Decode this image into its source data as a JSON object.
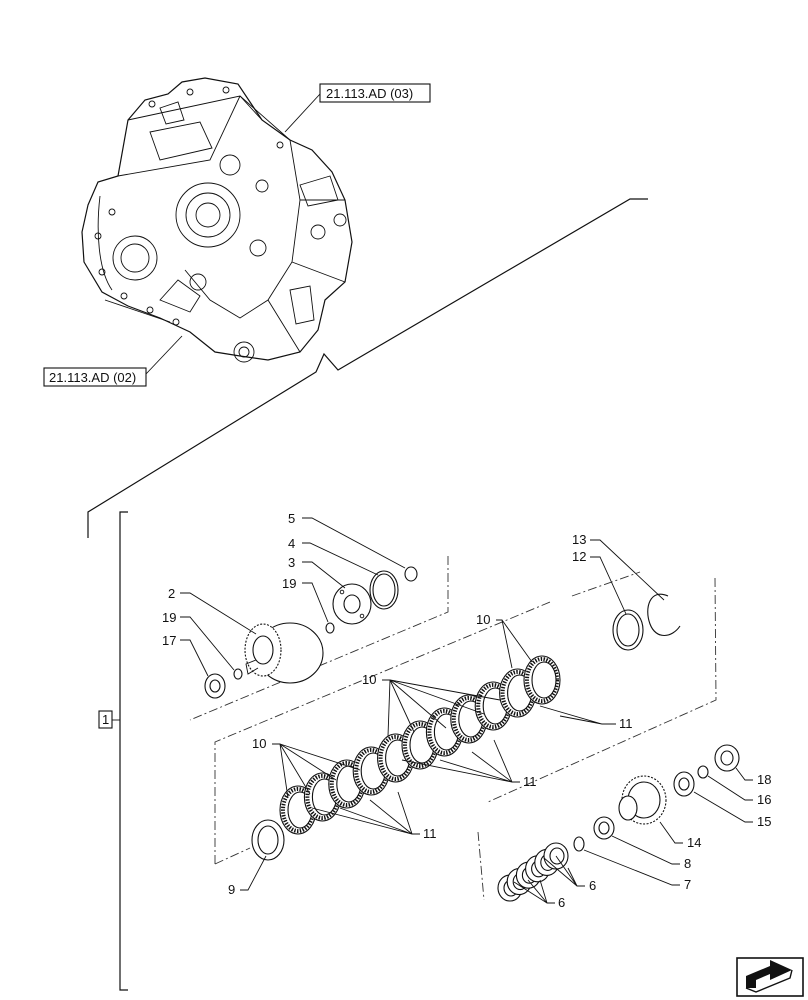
{
  "references": {
    "ref_top": "21.113.AD (03)",
    "ref_bottom": "21.113.AD (02)"
  },
  "group_label": "1",
  "callouts": {
    "c5": "5",
    "c4": "4",
    "c3": "3",
    "c19a": "19",
    "c2": "2",
    "c19b": "19",
    "c17": "17",
    "c13": "13",
    "c12": "12",
    "c10a": "10",
    "c10b": "10",
    "c10c": "10",
    "c11a": "11",
    "c11b": "11",
    "c11c": "11",
    "c9": "9",
    "c18": "18",
    "c16": "16",
    "c15": "15",
    "c14": "14",
    "c8": "8",
    "c7": "7",
    "c6a": "6",
    "c6b": "6"
  },
  "icons": {
    "nav": "next-page-arrow-icon"
  }
}
